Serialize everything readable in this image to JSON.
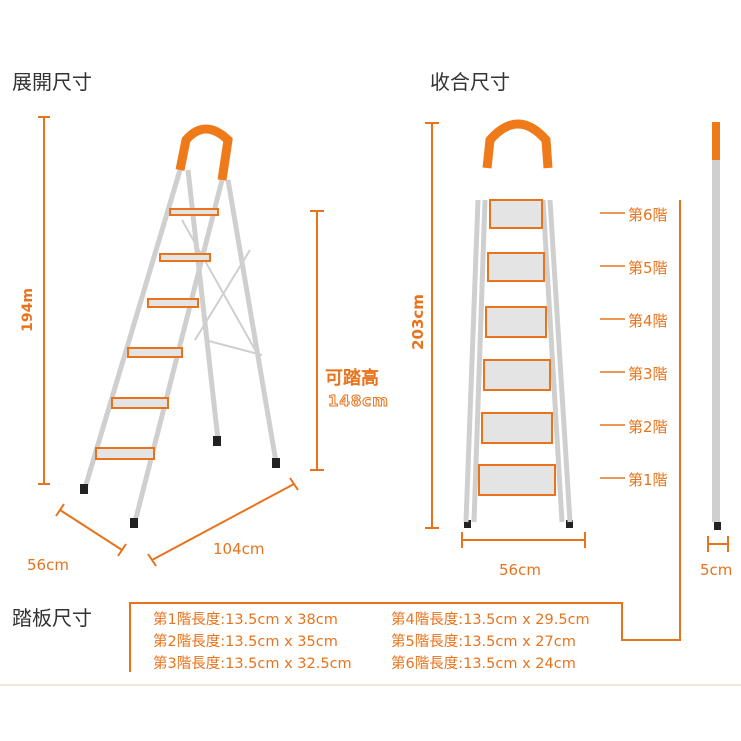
{
  "sections": {
    "expanded": "展開尺寸",
    "folded": "收合尺寸",
    "steps": "踏板尺寸"
  },
  "expanded": {
    "height": "194m",
    "depth": "56cm",
    "length": "104cm",
    "usable_label": "可踏高",
    "usable_value": "148cm"
  },
  "folded": {
    "height": "203cm",
    "width": "56cm",
    "thickness": "5cm",
    "step_labels": [
      "第6階",
      "第5階",
      "第4階",
      "第3階",
      "第2階",
      "第1階"
    ]
  },
  "step_sizes": [
    "第1階長度:13.5cm x 38cm",
    "第2階長度:13.5cm x 35cm",
    "第3階長度:13.5cm x 32.5cm",
    "第4階長度:13.5cm x 29.5cm",
    "第5階長度:13.5cm x 27cm",
    "第6階長度:13.5cm x 24cm"
  ],
  "colors": {
    "accent": "#e8731c",
    "metal": "#c9c9c9"
  }
}
